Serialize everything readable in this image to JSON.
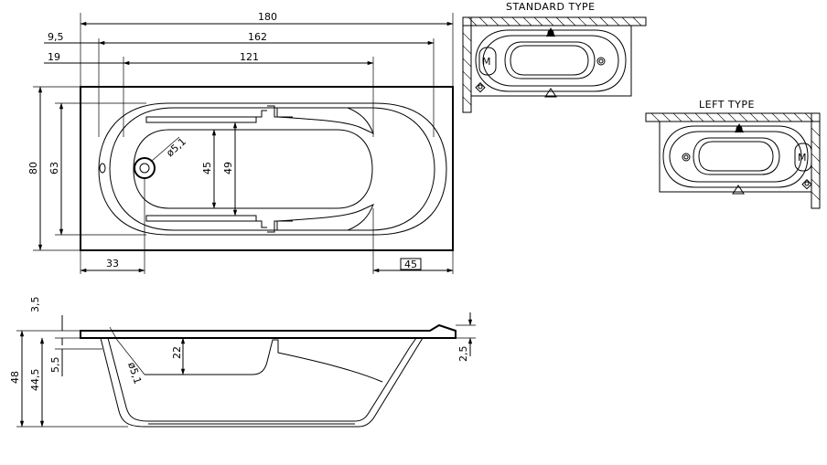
{
  "plan": {
    "dims": {
      "overall_length": "180",
      "inner_length": "162",
      "basin_length": "121",
      "left_offset_a": "9,5",
      "left_offset_b": "19",
      "overall_width": "80",
      "inner_width": "63",
      "basin_width_a": "45",
      "basin_width_b": "49",
      "drain_offset": "33",
      "right_offset": "45",
      "drain_diameter": "ø5,1"
    }
  },
  "section": {
    "dims": {
      "rim_height": "3,5",
      "rim_step": "5,5",
      "total_depth": "48",
      "inner_depth": "44,5",
      "water_depth": "22",
      "drain_diameter": "ø5,1",
      "right_rim": "2,5"
    }
  },
  "variants": {
    "standard": {
      "title": "STANDARD TYPE",
      "motor_label": "M"
    },
    "left": {
      "title": "LEFT TYPE",
      "motor_label": "M"
    }
  }
}
